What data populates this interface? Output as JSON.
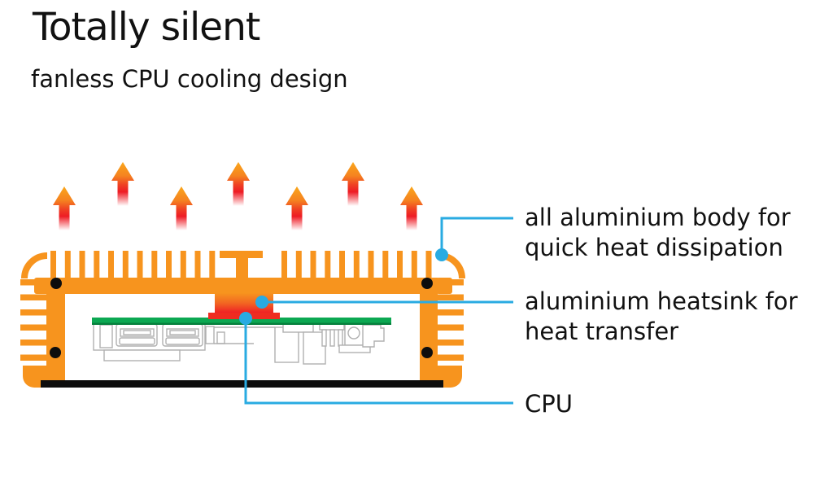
{
  "title": "Totally silent",
  "subtitle": "fanless CPU cooling design",
  "labels": {
    "body": {
      "line1": "all aluminium body for",
      "line2": "quick heat dissipation"
    },
    "heatsink": {
      "line1": "aluminium heatsink for",
      "line2": "heat transfer"
    },
    "cpu": {
      "text": "CPU"
    }
  },
  "diagram": {
    "heat_arrow_count": 7,
    "screw_count": 4
  },
  "colors": {
    "orange": "#F7941E",
    "red": "#EE1C25",
    "green": "#0CA852",
    "green_dark": "#05803C",
    "cyan": "#29ABE2",
    "outline": "#B0B0B0",
    "text": "#111111",
    "background": "#FFFFFF"
  }
}
